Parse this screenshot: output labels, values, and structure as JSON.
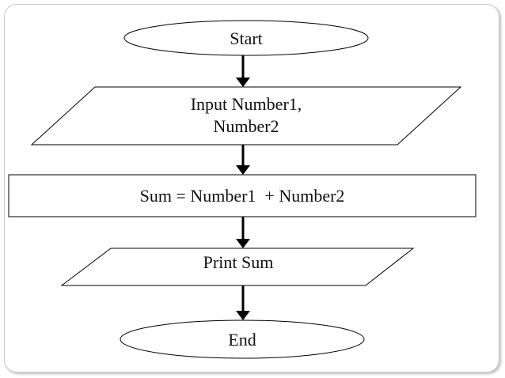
{
  "flowchart": {
    "start_label": "Start",
    "input_label_line1": "Input Number1,",
    "input_label_line2": "Number2",
    "process_label": "Sum = Number1  + Number2",
    "output_label": "Print Sum",
    "end_label": "End"
  },
  "colors": {
    "stroke": "#000000",
    "fill": "#ffffff",
    "text": "#111111"
  }
}
